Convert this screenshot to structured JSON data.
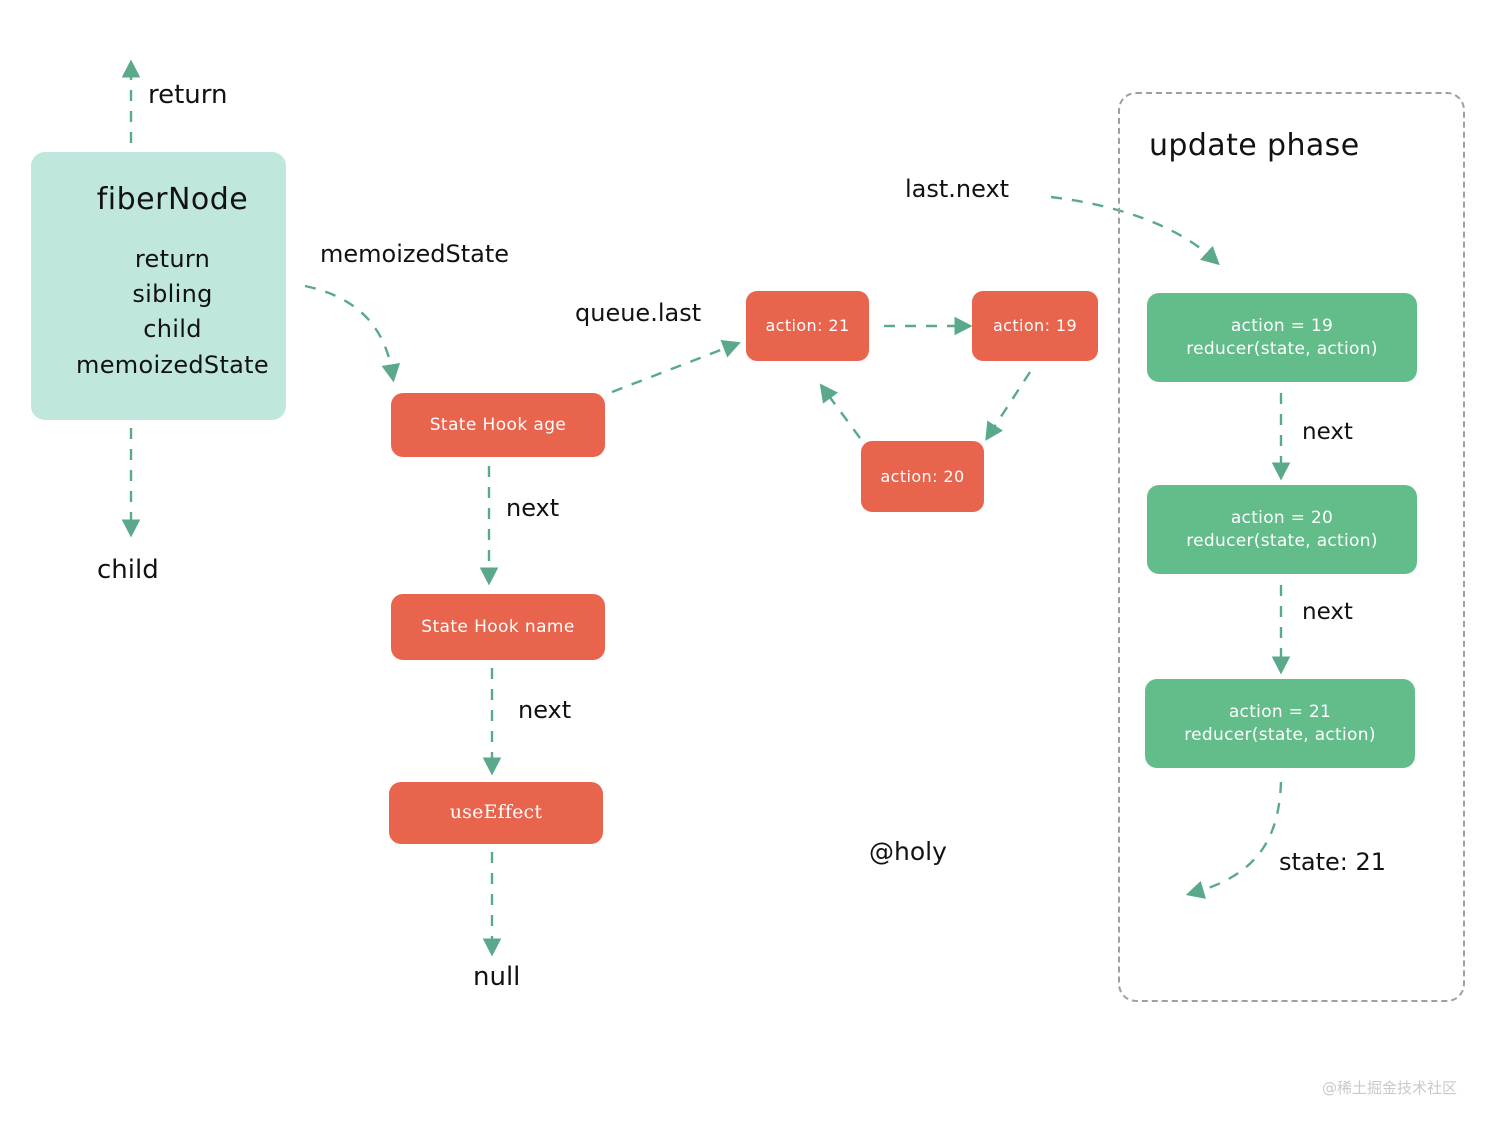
{
  "diagram": {
    "title_watermark": "@稀土掘金技术社区",
    "author_tag": "@holy",
    "colors": {
      "mint": "#bfe7dd",
      "orange": "#e9644c",
      "green": "#63bd8a",
      "arrow": "#5aa98a",
      "panel_border": "#9aa0a6",
      "text": "#121212"
    }
  },
  "fiber_node": {
    "title": "fiberNode",
    "fields": [
      "return",
      "sibling",
      "child",
      "memoizedState"
    ]
  },
  "hooks": {
    "state_hook_age": "State Hook age",
    "state_hook_name": "State Hook name",
    "use_effect": "useEffect",
    "null_terminator": "null"
  },
  "actions_queue": {
    "action_21": "action: 21",
    "action_19": "action: 19",
    "action_20": "action: 20"
  },
  "update_phase": {
    "title": "update phase",
    "boxes": [
      {
        "line1": "action = 19",
        "line2": "reducer(state, action)"
      },
      {
        "line1": "action = 20",
        "line2": "reducer(state, action)"
      },
      {
        "line1": "action = 21",
        "line2": "reducer(state, action)"
      }
    ],
    "result_label": "state: 21"
  },
  "edge_labels": {
    "return": "return",
    "child": "child",
    "memoized_state": "memoizedState",
    "queue_last": "queue.last",
    "next_age_to_name": "next",
    "next_name_to_effect": "next",
    "last_next": "last.next",
    "green_next_1": "next",
    "green_next_2": "next"
  }
}
